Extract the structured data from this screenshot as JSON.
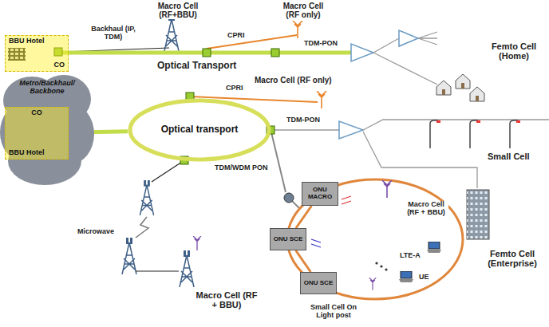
{
  "diagram": {
    "nodes": [
      {
        "text": [
          "Metro/Backhaul/ Backbone"
        ]
      },
      {
        "text": [
          "BBU Hotel",
          "CO"
        ]
      },
      {
        "text": [
          "CO",
          "BBU Hotel"
        ]
      },
      {
        "text": [
          "Optical transport"
        ]
      },
      {
        "text": [
          "ONU MACRO"
        ]
      },
      {
        "text": [
          "ONU SCE"
        ]
      },
      {
        "text": [
          "ONU SCE"
        ]
      }
    ],
    "edges": [
      {
        "from": 2,
        "to": 3,
        "arrow": "none"
      },
      {
        "from": 4,
        "to": 5,
        "arrow": "none"
      },
      {
        "from": 5,
        "to": 6,
        "arrow": "none"
      }
    ],
    "labels": [
      "Macro Cell (RF+BBU)",
      "Backhaul (IP, TDM)",
      "CPRI",
      "Macro Cell (RF only)",
      "Optical Transport",
      "TDM-PON",
      "Femto Cell (Home)",
      "CPRI",
      "Macro Cell (RF only)",
      "TDM-PON",
      "Small Cell",
      "TDM/WDM PON",
      "Femto Cell (Enterprise)",
      "Microwave",
      "Macro Cell (RF + BBU)",
      "LTE-A",
      "UE",
      "Small Cell On Light post",
      "Macro Cell (RF + BBU)"
    ]
  }
}
